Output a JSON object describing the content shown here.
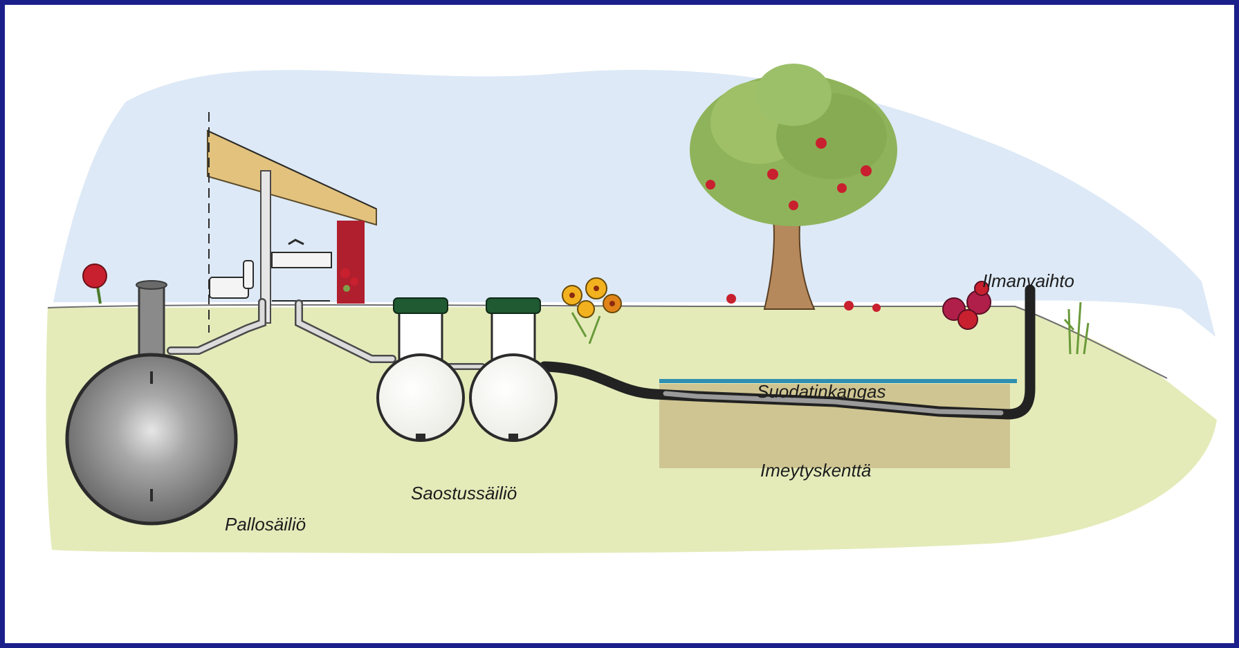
{
  "labels": {
    "pallosailio": "Pallosäiliö",
    "saostussailio": "Saostussäiliö",
    "suodatinkangas": "Suodatinkangas",
    "imeytyskentta": "Imeytyskenttä",
    "ilmanvaihto": "Ilmanvaihto"
  },
  "colors": {
    "frame_border": "#1b1f8a",
    "sky": "#dde9f6",
    "ground": "#e4ebb9",
    "filter_bed": "#cfc592",
    "filter_cloth": "#2f8fb0",
    "septic_lid": "#1f5a32",
    "ball_tank": "#7f7f7f",
    "roof": "#e2c27d",
    "house_wall": "#b01f2e",
    "tree_canopy": "#8fb35a",
    "tree_trunk": "#b5895c",
    "apple": "#c8202e"
  },
  "icons": {
    "ball_tank": "ball-tank-icon",
    "septic_tanks": "septic-tank-icon",
    "house": "house-icon",
    "tree": "apple-tree-icon",
    "flowers": "flower-icon",
    "pipe": "pipe-icon"
  }
}
